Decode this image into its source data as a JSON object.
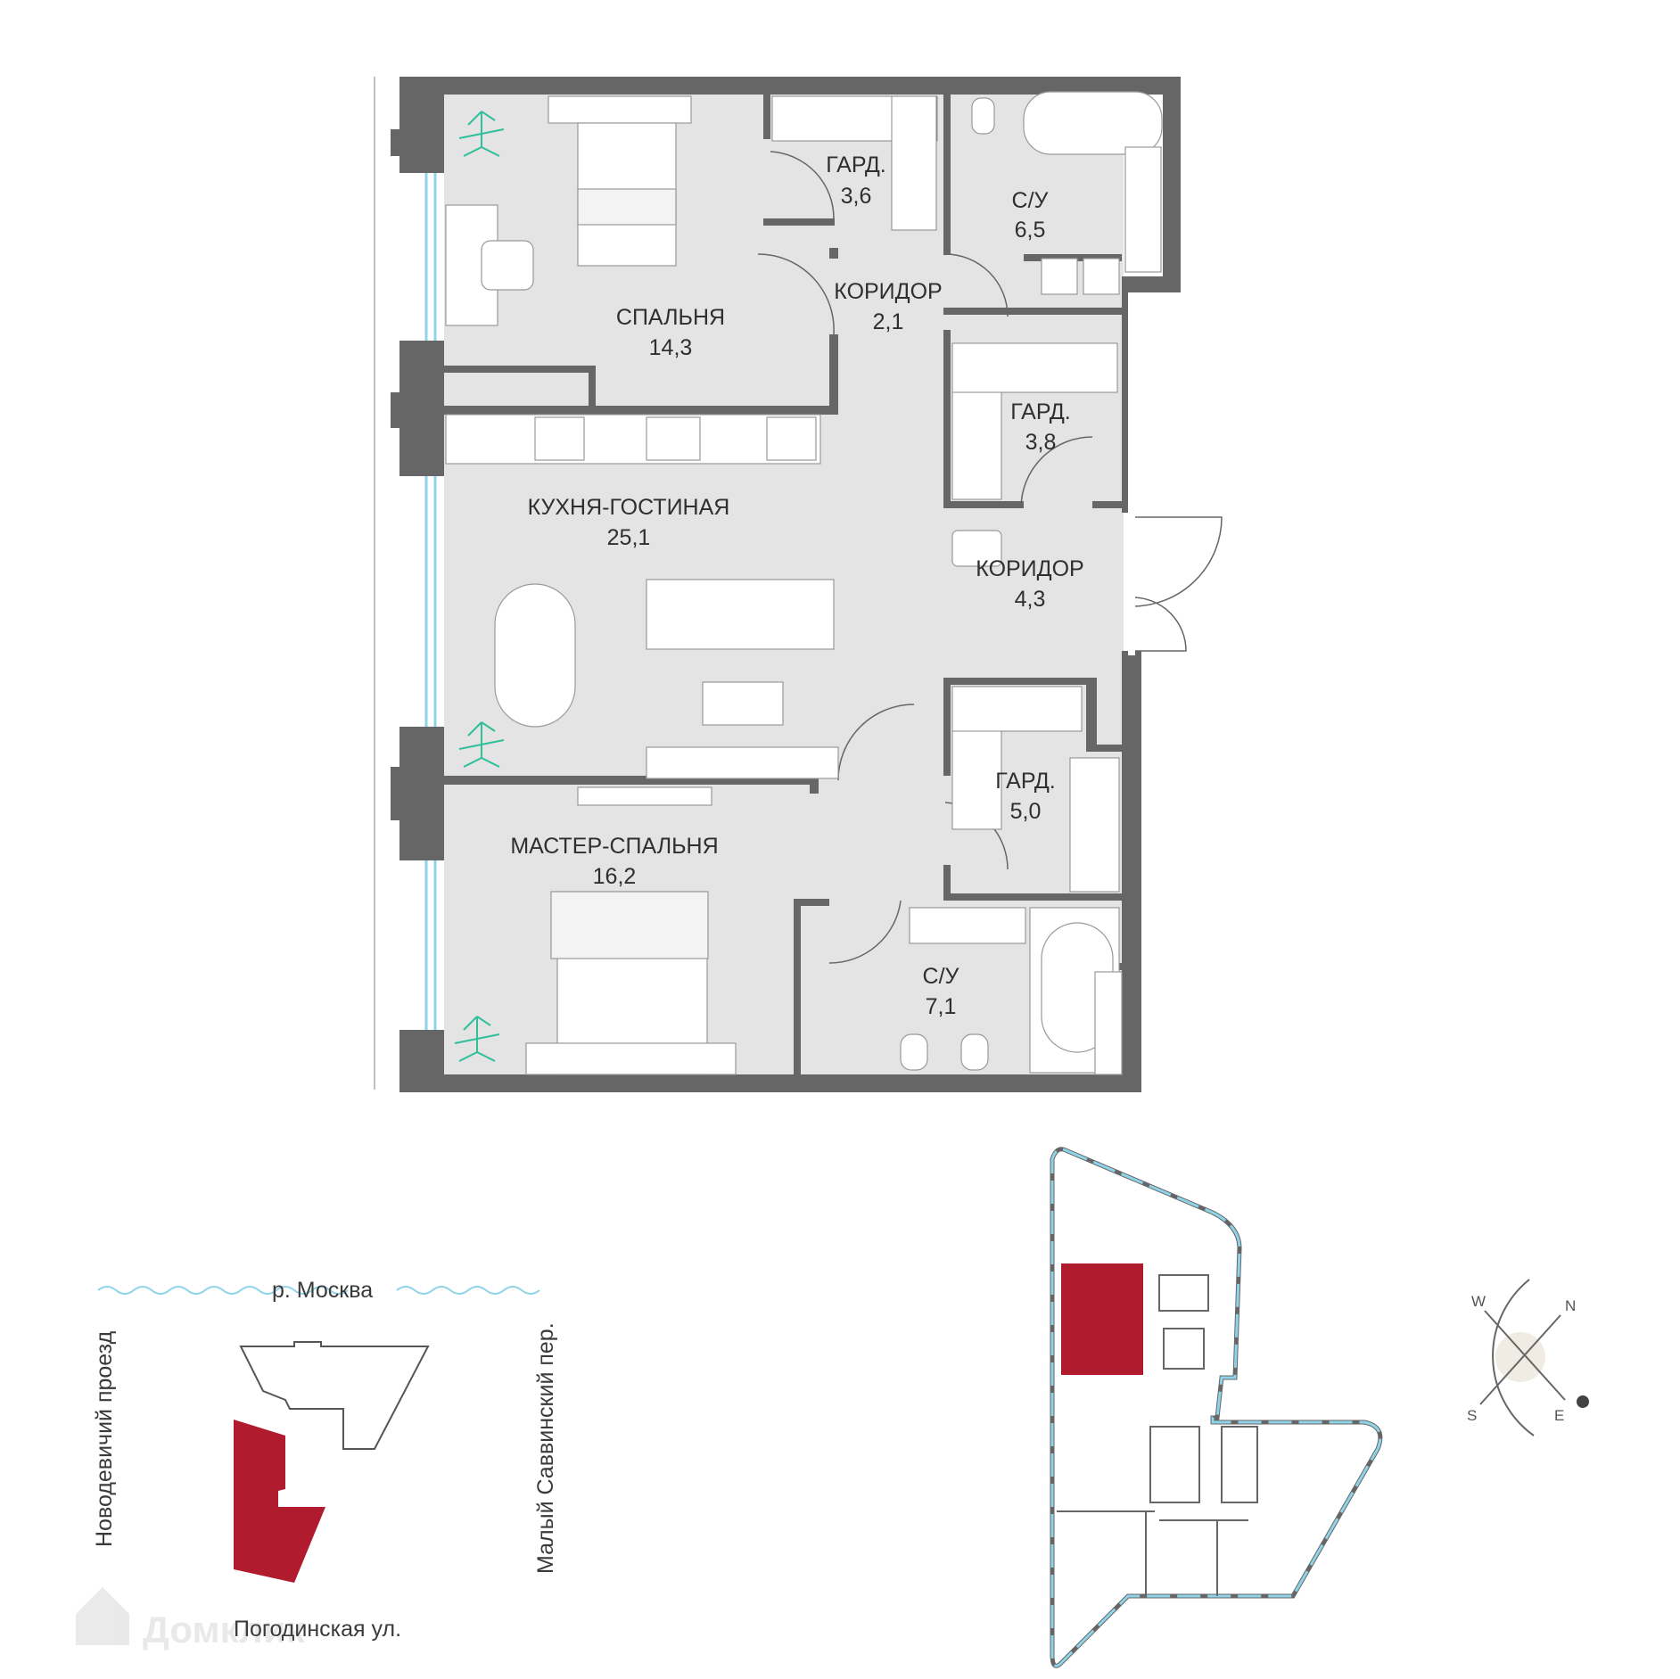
{
  "rooms": [
    {
      "name": "ГАРД.",
      "area": "3,6"
    },
    {
      "name": "С/У",
      "area": "6,5"
    },
    {
      "name": "КОРИДОР",
      "area": "2,1"
    },
    {
      "name": "СПАЛЬНЯ",
      "area": "14,3"
    },
    {
      "name": "ГАРД.",
      "area": "3,8"
    },
    {
      "name": "КУХНЯ-ГОСТИНАЯ",
      "area": "25,1"
    },
    {
      "name": "КОРИДОР",
      "area": "4,3"
    },
    {
      "name": "ГАРД.",
      "area": "5,0"
    },
    {
      "name": "МАСТЕР-СПАЛЬНЯ",
      "area": "16,2"
    },
    {
      "name": "С/У",
      "area": "7,1"
    }
  ],
  "location_map": {
    "river": "р. Москва",
    "street_left": "Новодевичий проезд",
    "street_right": "Малый Саввинский пер.",
    "street_bottom": "Погодинская ул."
  },
  "compass": {
    "w": "W",
    "n": "N",
    "s": "S",
    "e": "E"
  },
  "watermark": "Домклик",
  "colors": {
    "wall": "#666666",
    "floor": "#e4e4e5",
    "highlight": "#b01c2e",
    "window": "#8fd3e8",
    "plant": "#2fbf9a"
  }
}
